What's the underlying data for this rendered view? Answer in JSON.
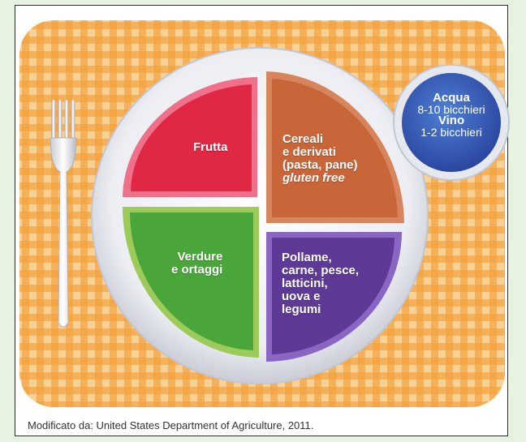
{
  "colors": {
    "placemat": "#f5a541",
    "placemat_check": "#f7bd6d",
    "plate": "#e9ebf1",
    "frutta": "#e02744",
    "cereali": "#c8663a",
    "verdure": "#4aa63a",
    "proteine": "#5e3a96",
    "water": "#3556ad"
  },
  "plate": {
    "frutta": "Frutta",
    "cereali": [
      "Cereali",
      "e derivati",
      "(pasta, pane)",
      "gluten free"
    ],
    "verdure": [
      "Verdure",
      "e ortaggi"
    ],
    "proteine": [
      "Pollame,",
      "carne, pesce,",
      "latticini,",
      "uova e",
      "legumi"
    ]
  },
  "glass": {
    "acqua_title": "Acqua",
    "acqua_amount": "8-10 bicchieri",
    "vino_title": "Vino",
    "vino_amount": "1-2 bicchieri"
  },
  "icons": [
    "fork-icon"
  ],
  "caption": "Modificato da: United States Department of Agriculture, 2011."
}
